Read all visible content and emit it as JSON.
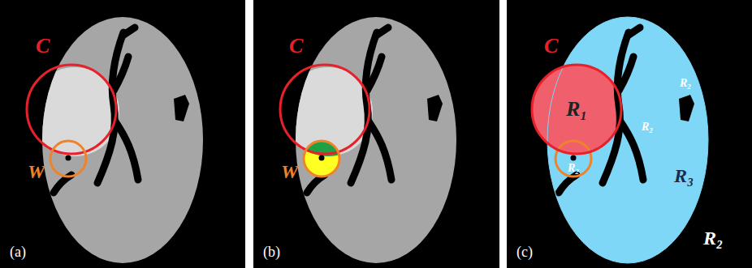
{
  "diagram": {
    "nodes": [
      {
        "text": [
          "R₃"
        ]
      },
      {
        "text": [
          "C",
          "R₁"
        ],
        "in": 0
      }
    ],
    "labels": [
      "C",
      "W",
      "(a)",
      "C",
      "W",
      "(b)",
      "R₂",
      "R₂",
      "R₂",
      "R₂",
      "(c)"
    ]
  }
}
